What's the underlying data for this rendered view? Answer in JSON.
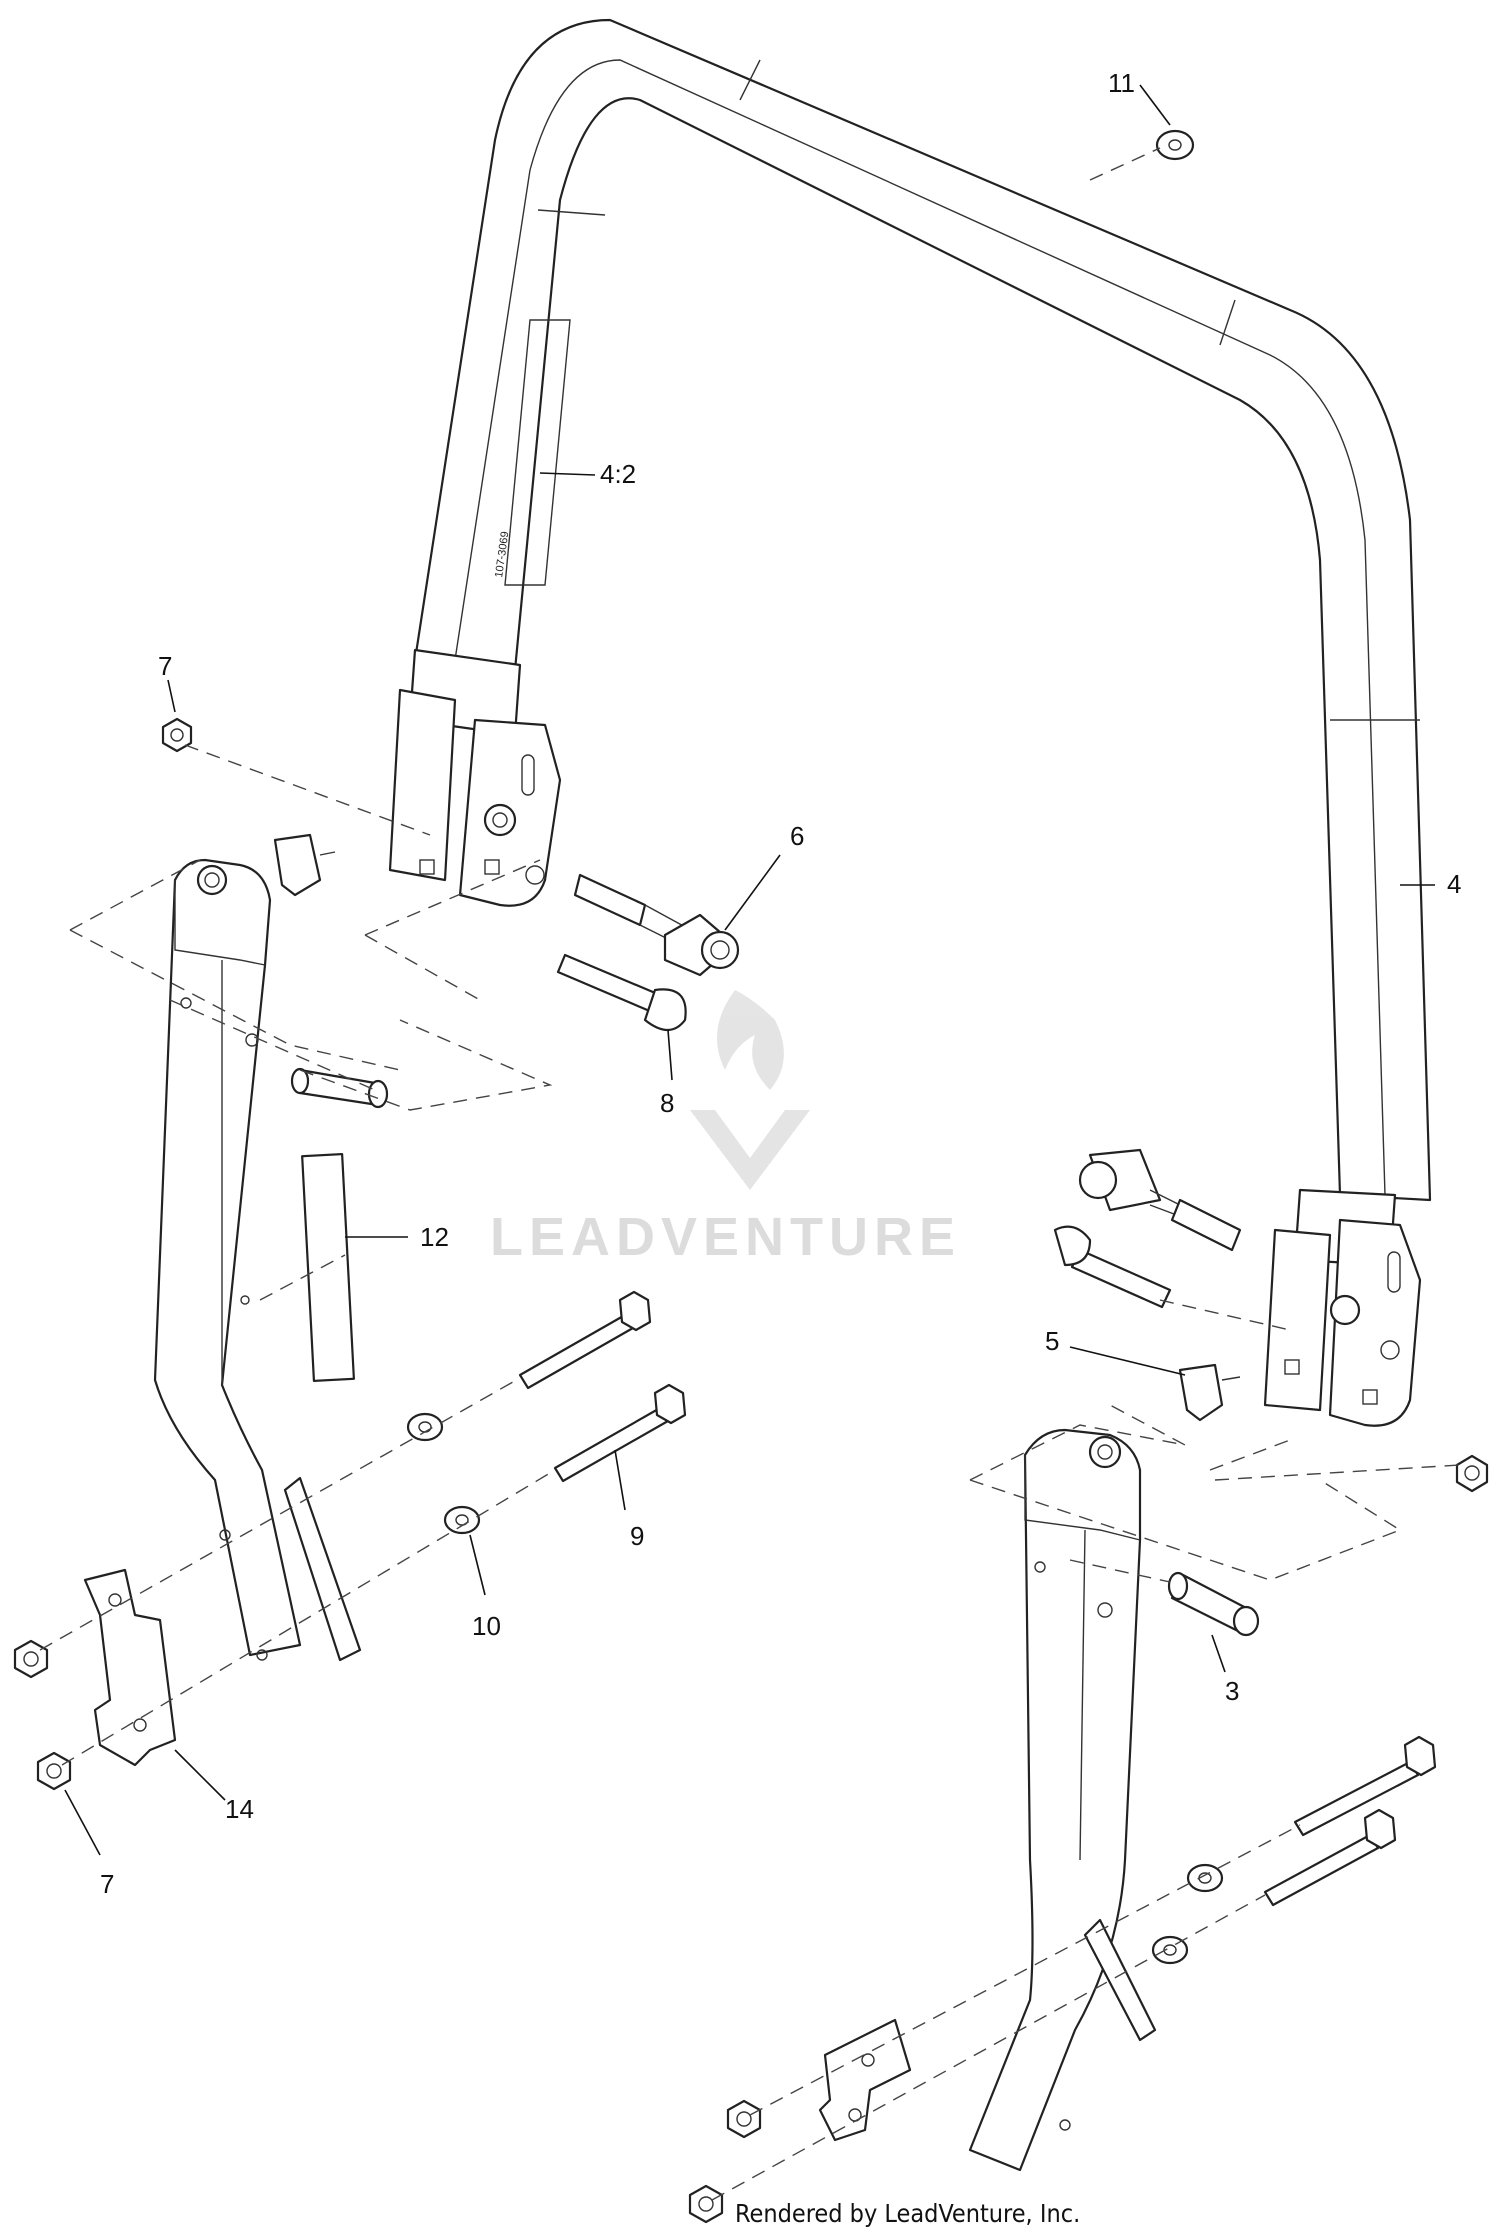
{
  "callouts": {
    "c11": "11",
    "c4_2": "4:2",
    "c7a": "7",
    "c6": "6",
    "c4": "4",
    "c8": "8",
    "c12": "12",
    "c5": "5",
    "c9": "9",
    "c10": "10",
    "c3": "3",
    "c14": "14",
    "c7b": "7"
  },
  "decal_text": "107-3069",
  "watermark": "LEADVENTURE",
  "footer": "Rendered by LeadVenture, Inc."
}
